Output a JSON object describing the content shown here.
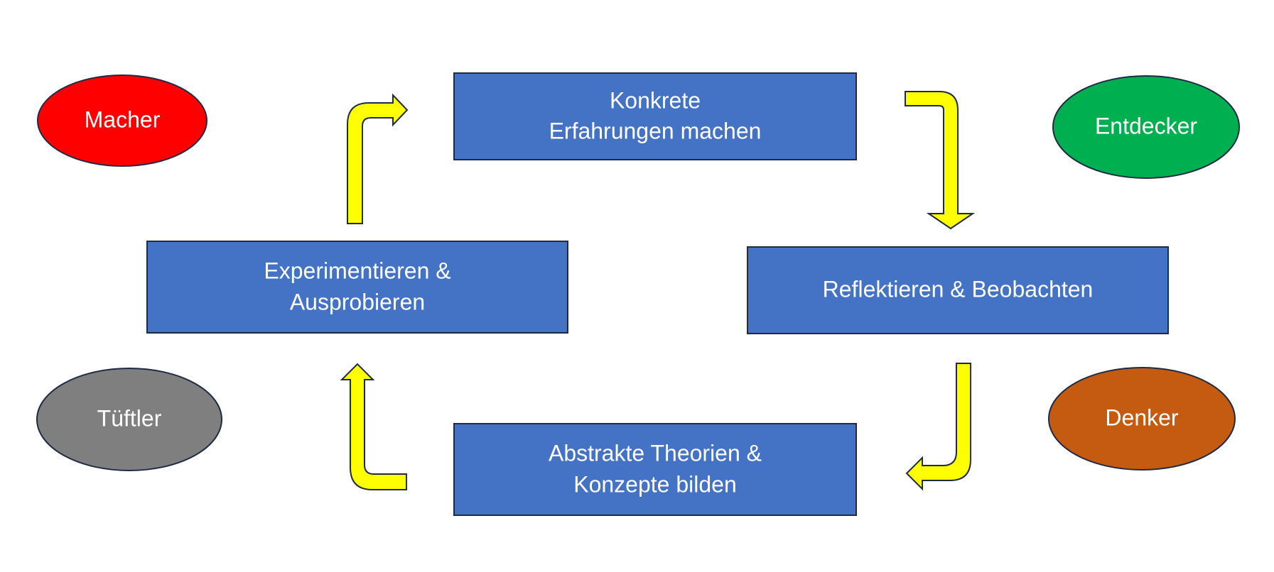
{
  "stages": {
    "concrete": {
      "line1": "Konkrete",
      "line2": "Erfahrungen machen"
    },
    "reflect": {
      "line1": "Reflektieren & Beobachten"
    },
    "abstract": {
      "line1": "Abstrakte Theorien &",
      "line2": "Konzepte bilden"
    },
    "experiment": {
      "line1": "Experimentieren &",
      "line2": "Ausprobieren"
    }
  },
  "types": {
    "macher": {
      "label": "Macher",
      "color": "#FF0000"
    },
    "entdecker": {
      "label": "Entdecker",
      "color": "#00B050"
    },
    "denker": {
      "label": "Denker",
      "color": "#C55A11"
    },
    "tueftler": {
      "label": "Tüftler",
      "color": "#7F7F7F"
    }
  },
  "colors": {
    "box_fill": "#4472C4",
    "arrow_fill": "#FFFF00",
    "outline": "#1F2A44"
  }
}
